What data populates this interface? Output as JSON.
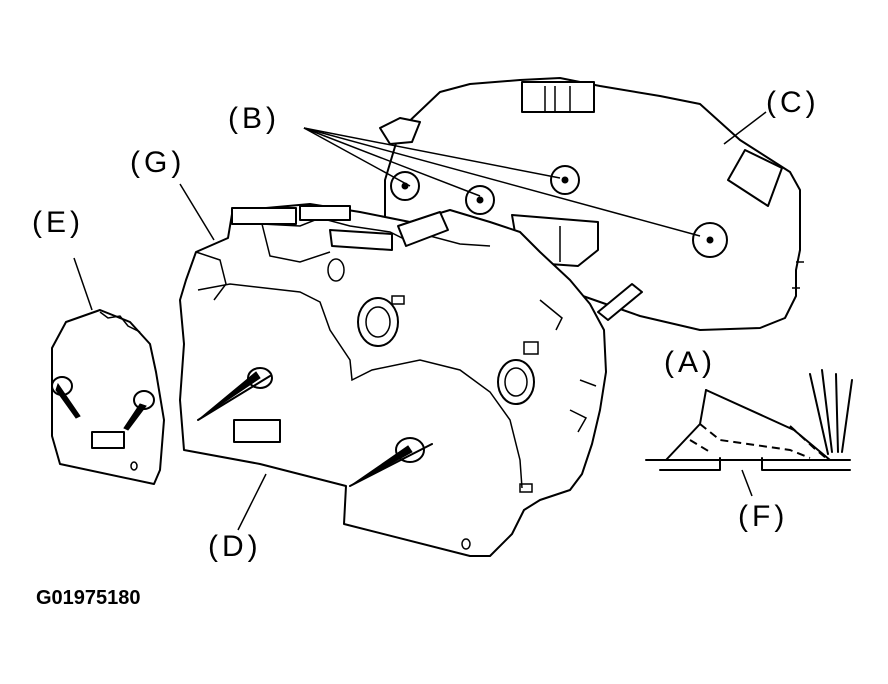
{
  "diagram": {
    "callouts": {
      "a": "(A)",
      "b": "(B)",
      "c": "(C)",
      "d": "(D)",
      "e": "(E)",
      "f": "(F)",
      "g": "(G)"
    },
    "figure_id": "G01975180"
  }
}
